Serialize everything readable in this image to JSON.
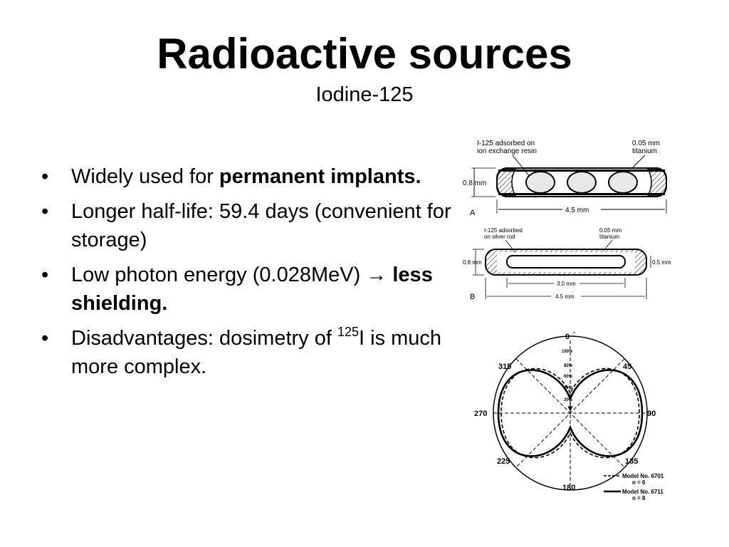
{
  "slide": {
    "title": "Radioactive sources",
    "subtitle": "Iodine-125"
  },
  "bullets": [
    {
      "pre": "Widely used for ",
      "bold": "permanent implants."
    },
    {
      "pre": "Longer half-life: 59.4 days (convenient for storage)"
    },
    {
      "pre": "Low photon energy (0.028MeV) → ",
      "bold": "less shielding."
    },
    {
      "pre": "Disadvantages: dosimetry of ",
      "sup": "125",
      "post": "I is much more complex."
    }
  ],
  "seed_a": {
    "label_resin": [
      "I-125 adsorbed on",
      "ion exchange resin"
    ],
    "label_wall": [
      "0.05 mm",
      "titanium"
    ],
    "dim_diameter": "0.8 mm",
    "dim_length": "4.5 mm",
    "letter": "A"
  },
  "seed_b": {
    "label_rod": [
      "I-125 adsorbed",
      "on silver rod"
    ],
    "label_wall": [
      "0.05 mm",
      "titanium"
    ],
    "dim_diameter": "0.8 mm",
    "dim_rod_diameter": "0.5 mm",
    "dim_rod_length": "3.0 mm",
    "dim_length": "4.5 mm",
    "letter": "B"
  },
  "polar": {
    "angles": [
      "0",
      "45",
      "90",
      "135",
      "180",
      "225",
      "270",
      "315"
    ],
    "rings": [
      "100%",
      "80%",
      "60%",
      "40%",
      "20%"
    ],
    "legend": [
      {
        "line1": "Model No. 6701",
        "line2": "n = 6",
        "style": "dashed"
      },
      {
        "line1": "Model No. 6711",
        "line2": "n = 8",
        "style": "solid"
      }
    ]
  }
}
